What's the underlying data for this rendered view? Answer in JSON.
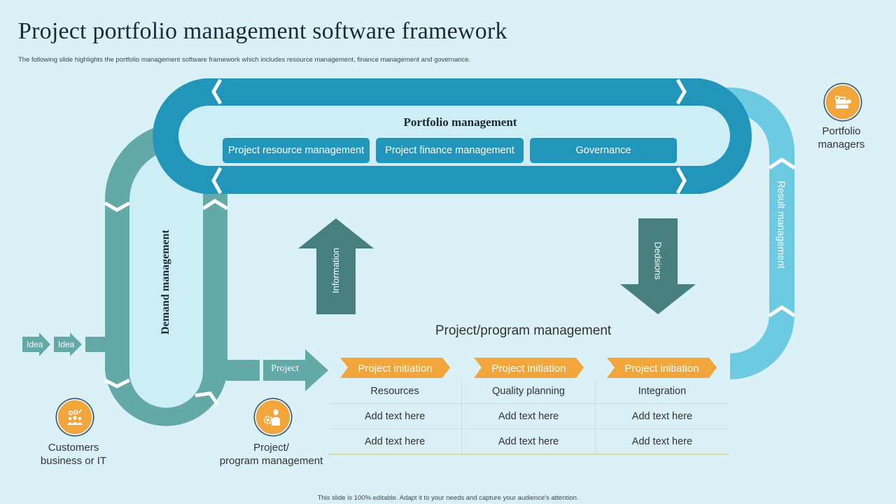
{
  "slide": {
    "title": "Project portfolio management software framework",
    "subtitle": "The following slide highlights the portfolio management software framework which includes resource management, finance management and governance.",
    "footer": "This slide is 100% editable. Adapt it to your needs and capture your audience's attention."
  },
  "colors": {
    "background": "#daf1f8",
    "portfolio_ring": "#2196ba",
    "demand_loop": "#62a9a8",
    "result_arc": "#6ccbe3",
    "arrow_dark": "#467f7e",
    "accent_orange": "#f2a53a",
    "inner_fill": "#cdeef6"
  },
  "portfolio": {
    "title": "Portfolio management",
    "boxes": [
      "Project resource management",
      "Project finance management",
      "Governance"
    ]
  },
  "demand": {
    "label": "Demand management"
  },
  "result": {
    "label": "Result management"
  },
  "arrows": {
    "information": "Information",
    "decisions": "Dedsions",
    "project": "Project",
    "ideas": [
      "Idea",
      "Idea"
    ]
  },
  "actors": [
    {
      "icon": "customers-icon",
      "line1": "Customers",
      "line2": "business or IT"
    },
    {
      "icon": "project-manager-icon",
      "line1": "Project/",
      "line2": "program management"
    },
    {
      "icon": "portfolio-managers-icon",
      "line1": "Portfolio",
      "line2": "managers"
    }
  ],
  "program": {
    "title": "Project/program  management",
    "phases": [
      "Project initiation",
      "Project initiation",
      "Project initiation"
    ],
    "rows": [
      [
        "Resources",
        "Quality planning",
        "Integration"
      ],
      [
        "Add text here",
        "Add text here",
        "Add text here"
      ],
      [
        "Add text here",
        "Add text here",
        "Add text here"
      ]
    ]
  }
}
